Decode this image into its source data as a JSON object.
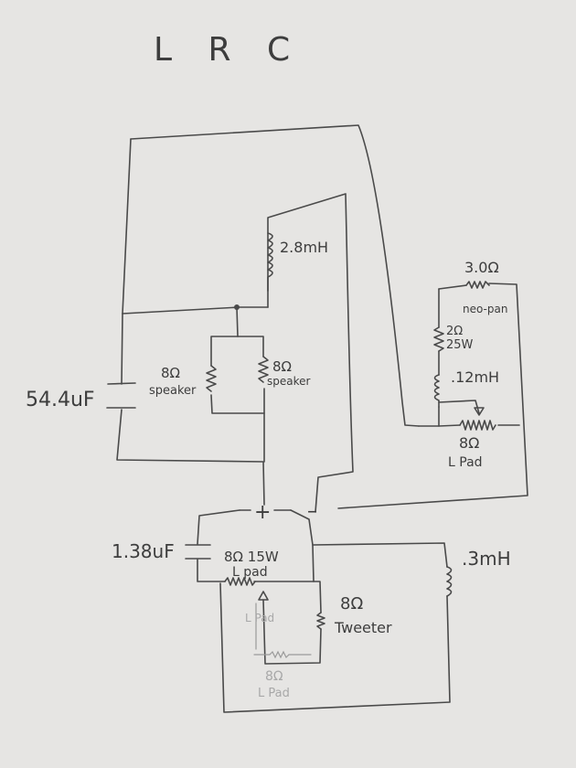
{
  "title": "L R C",
  "inductor_woofer": "2.8mH",
  "cap_woofer": "54.4uF",
  "speaker_1_value": "8Ω",
  "speaker_1_label": "speaker",
  "speaker_2_value": "8Ω",
  "speaker_2_label": "speaker",
  "neo_res_value": "3.0Ω",
  "neo_res_label": "neo-pan",
  "neo_res2_value": "2Ω",
  "neo_res2_power": "25W",
  "neo_inductor": ".12mH",
  "neo_lpad_value": "8Ω",
  "neo_lpad_label": "L Pad",
  "plus_terminal": "+",
  "minus_terminal": "–",
  "cap_tweeter": "1.38uF",
  "tweeter_lpad_value": "8Ω 15W",
  "tweeter_lpad_label": "L pad",
  "inductor_tweeter": ".3mH",
  "tweeter_value": "8Ω",
  "tweeter_label": "Tweeter",
  "erased_lpad_value": "8Ω",
  "erased_lpad_label": "L Pad",
  "erased_lpad_top": "L Pad"
}
